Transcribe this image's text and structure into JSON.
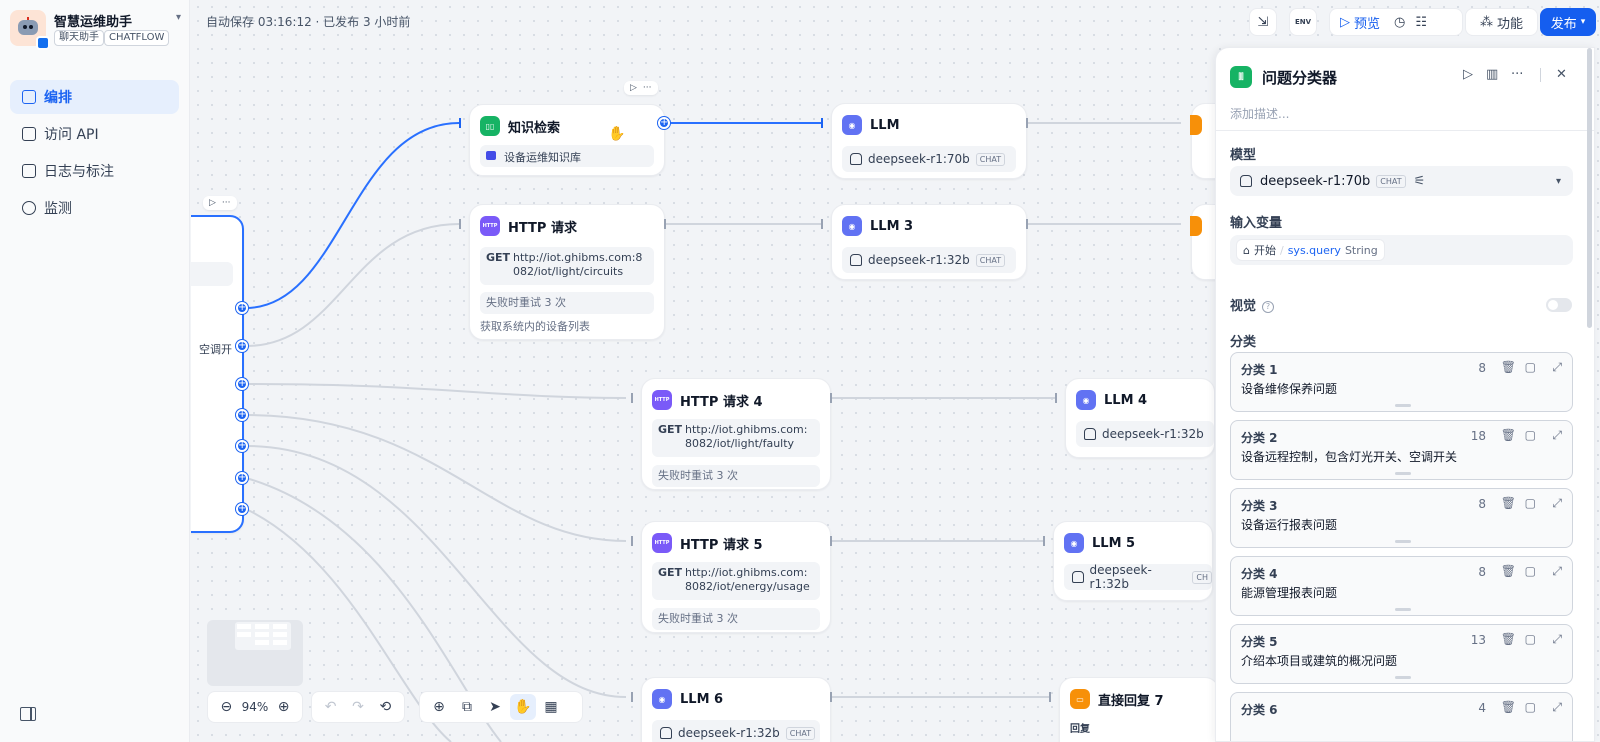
{
  "app": {
    "name": "智慧运维助手",
    "type_tag": "聊天助手",
    "mode_tag": "CHATFLOW",
    "autosave": "自动保存 03:16:12 · 已发布 3 小时前"
  },
  "sidebar": {
    "items": [
      {
        "label": "编排"
      },
      {
        "label": "访问 API"
      },
      {
        "label": "日志与标注"
      },
      {
        "label": "监测"
      }
    ]
  },
  "topbar": {
    "env_label": "ENV",
    "preview_label": "预览",
    "features_label": "功能",
    "publish_label": "发布"
  },
  "nodes": {
    "classifier_partial": {
      "text": "空调开"
    },
    "knowledge": {
      "title": "知识检索",
      "dataset": "设备运维知识库"
    },
    "http1": {
      "title": "HTTP 请求",
      "method": "GET",
      "url": "http://iot.ghibms.com:8082/iot/light/circuits",
      "retry": "失败时重试 3 次",
      "desc": "获取系统内的设备列表"
    },
    "llm": {
      "title": "LLM",
      "model": "deepseek-r1:70b",
      "tag": "CHAT"
    },
    "llm3": {
      "title": "LLM 3",
      "model": "deepseek-r1:32b",
      "tag": "CHAT"
    },
    "http4": {
      "title": "HTTP 请求 4",
      "method": "GET",
      "url": "http://iot.ghibms.com:8082/iot/light/faulty",
      "retry": "失败时重试 3 次"
    },
    "llm4": {
      "title": "LLM 4",
      "model": "deepseek-r1:32b"
    },
    "http5": {
      "title": "HTTP 请求 5",
      "method": "GET",
      "url": "http://iot.ghibms.com:8082/iot/energy/usage",
      "retry": "失败时重试 3 次"
    },
    "llm5": {
      "title": "LLM 5",
      "model": "deepseek-r1:32b",
      "tag": "CH"
    },
    "llm6": {
      "title": "LLM 6",
      "model": "deepseek-r1:32b",
      "tag": "CHAT"
    },
    "reply7": {
      "title": "直接回复 7",
      "sub": "回复"
    }
  },
  "toolbar": {
    "zoom": "94%"
  },
  "panel": {
    "title": "问题分类器",
    "desc_placeholder": "添加描述...",
    "model_label": "模型",
    "model": "deepseek-r1:70b",
    "model_tag": "CHAT",
    "input_label": "输入变量",
    "input_source": "开始",
    "input_var": "sys.query",
    "input_type": "String",
    "vision_label": "视觉",
    "vision_enabled": false,
    "classes_label": "分类",
    "classes": [
      {
        "name": "分类 1",
        "count": "8",
        "text": "设备维修保养问题"
      },
      {
        "name": "分类 2",
        "count": "18",
        "text": "设备远程控制，包含灯光开关、空调开关"
      },
      {
        "name": "分类 3",
        "count": "8",
        "text": "设备运行报表问题"
      },
      {
        "name": "分类 4",
        "count": "8",
        "text": "能源管理报表问题"
      },
      {
        "name": "分类 5",
        "count": "13",
        "text": "介绍本项目或建筑的概况问题"
      },
      {
        "name": "分类 6",
        "count": "4",
        "text": ""
      }
    ]
  },
  "colors": {
    "accent": "#155eef",
    "active_bg": "#e6effd",
    "edge_active": "#2970ff",
    "edge_idle": "#d0d5dd"
  }
}
